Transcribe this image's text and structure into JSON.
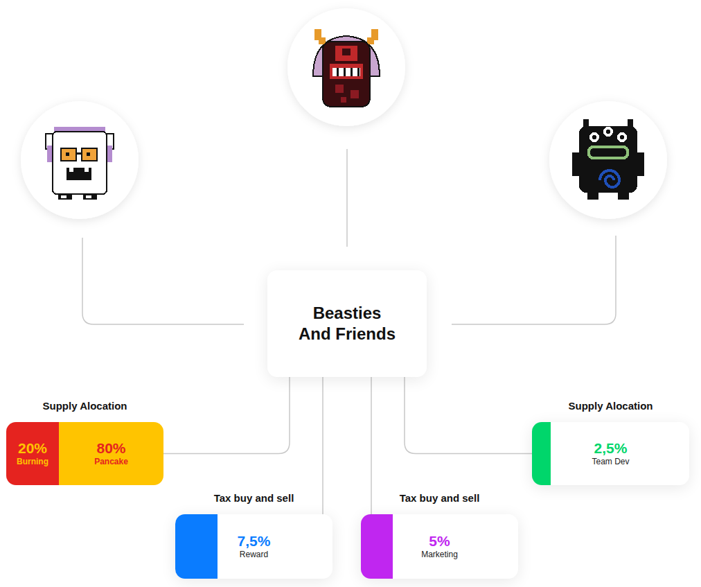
{
  "diagram": {
    "nodes": [
      {
        "text": [
          "Beasties And Friends"
        ]
      },
      {
        "text": [
          "Supply Alocation"
        ]
      },
      {
        "text": [
          "20%",
          "Burning"
        ],
        "in": 1
      },
      {
        "text": [
          "80%",
          "Pancake"
        ],
        "in": 1
      },
      {
        "text": [
          "Tax buy and sell",
          "7,5%",
          "Reward"
        ]
      },
      {
        "text": [
          "Tax buy and sell",
          "5%",
          "Marketing"
        ]
      },
      {
        "text": [
          "Supply Alocation",
          "2,5%",
          "Team Dev"
        ]
      }
    ],
    "edges": [
      {
        "from": 0,
        "to": 1,
        "arrow": "none"
      },
      {
        "from": 0,
        "to": 4,
        "arrow": "none"
      },
      {
        "from": 0,
        "to": 5,
        "arrow": "none"
      },
      {
        "from": 0,
        "to": 6,
        "arrow": "none"
      }
    ]
  }
}
